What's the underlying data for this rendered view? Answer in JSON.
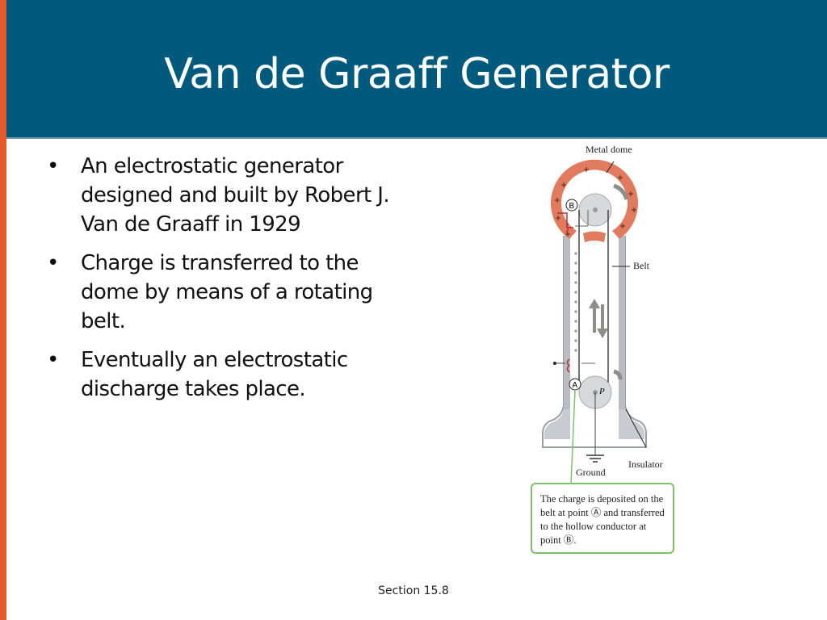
{
  "slide": {
    "title": "Van de Graaff Generator",
    "bullets": [
      "An electrostatic generator designed and built by Robert J. Van de Graaff in 1929",
      "Charge is transferred to the dome by means of a rotating belt.",
      "Eventually an electrostatic discharge takes place."
    ],
    "bullet_glyph": "•",
    "footer": "Section 15.8",
    "colors": {
      "header_bg": "#005a7d",
      "accent_bar": "#e55a2b",
      "dome": "#e07b5f",
      "callout_border": "#7dc26a"
    }
  },
  "figure": {
    "labels": {
      "metal_dome": "Metal dome",
      "belt": "Belt",
      "ground": "Ground",
      "insulator": "Insulator",
      "pulley_p": "P",
      "point_a": "A",
      "point_b": "B"
    },
    "callout": "The charge is deposited on the belt at point Ⓐ and transferred to the hollow conductor at point Ⓑ."
  }
}
